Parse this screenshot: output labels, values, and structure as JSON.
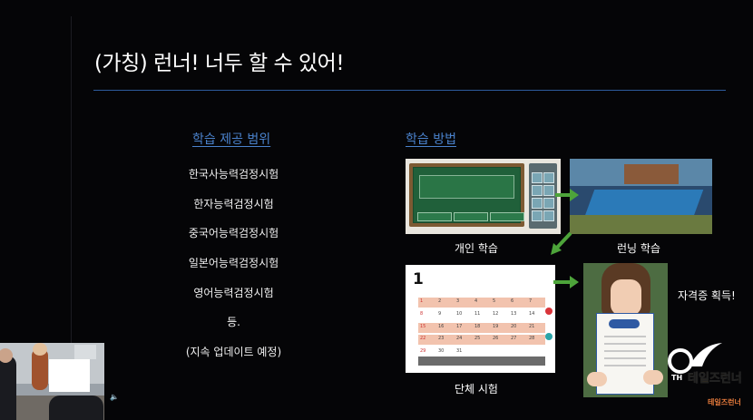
{
  "slide": {
    "title": "(가칭) 런너! 너두 할 수 있어!",
    "scope_heading": "학습 제공 범위",
    "method_heading": "학습 방법",
    "scope_items": [
      "한국사능력검정시험",
      "한자능력검정시험",
      "중국어능력검정시험",
      "일본어능력검정시험",
      "영어능력검정시험",
      "등.",
      "(지속 업데이트 예정)"
    ],
    "captions": {
      "personal": "개인 학습",
      "running": "런닝 학습",
      "group": "단체 시험",
      "certificate": "자격증 획득!"
    },
    "colors": {
      "heading": "#4a82cc",
      "rule": "#2d5b9c",
      "arrow": "#4da43a"
    }
  },
  "calendar": {
    "month": "1",
    "rows": [
      [
        "1",
        "2",
        "3",
        "4",
        "5",
        "6",
        "7"
      ],
      [
        "8",
        "9",
        "10",
        "11",
        "12",
        "13",
        "14"
      ],
      [
        "15",
        "16",
        "17",
        "18",
        "19",
        "20",
        "21"
      ],
      [
        "22",
        "23",
        "24",
        "25",
        "26",
        "27",
        "28"
      ],
      [
        "29",
        "30",
        "31",
        "",
        "",
        "",
        ""
      ]
    ]
  },
  "logo": {
    "th": "TH",
    "name": "테일즈런너",
    "sub": "테일즈런너"
  },
  "icons": {
    "arrow": "green-arrow-icon",
    "speaker": "speaker-icon"
  }
}
